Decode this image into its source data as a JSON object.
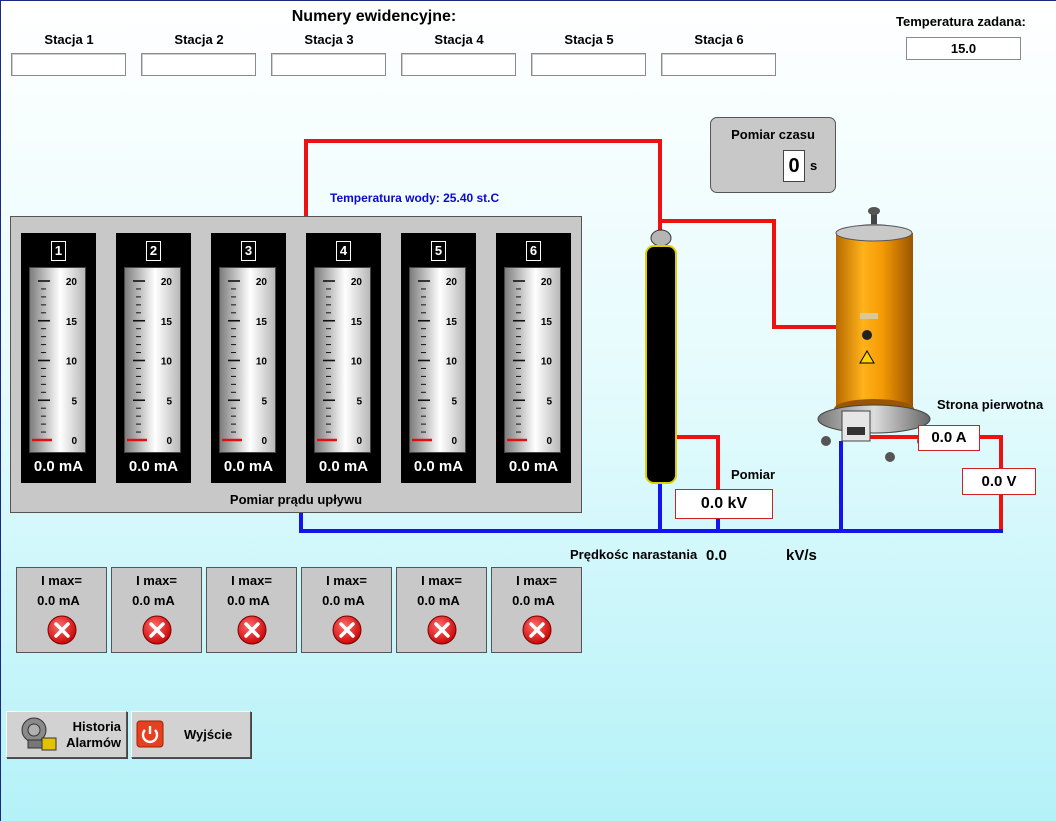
{
  "header": {
    "title": "Numery ewidencyjne:",
    "stations": [
      "Stacja 1",
      "Stacja 2",
      "Stacja 3",
      "Stacja 4",
      "Stacja 5",
      "Stacja 6"
    ],
    "station_values": [
      "",
      "",
      "",
      "",
      "",
      ""
    ]
  },
  "temperature_set": {
    "label": "Temperatura zadana:",
    "value": "15.0"
  },
  "time_measurement": {
    "label": "Pomiar czasu",
    "value": "0",
    "unit": "s"
  },
  "water_temperature": "Temperatura wody: 25.40 st.C",
  "meters": {
    "caption": "Pomiar prądu upływu",
    "scale_labels": [
      "20",
      "15",
      "10",
      "5",
      "0"
    ],
    "items": [
      {
        "number": "1",
        "value": "0.0 mA"
      },
      {
        "number": "2",
        "value": "0.0 mA"
      },
      {
        "number": "3",
        "value": "0.0 mA"
      },
      {
        "number": "4",
        "value": "0.0 mA"
      },
      {
        "number": "5",
        "value": "0.0 mA"
      },
      {
        "number": "6",
        "value": "0.0 mA"
      }
    ]
  },
  "measurement": {
    "label": "Pomiar",
    "value": "0.0 kV"
  },
  "primary_side": {
    "label": "Strona pierwotna",
    "current": "0.0 A",
    "voltage": "0.0 V"
  },
  "rate": {
    "label": "Prędkośc narastania",
    "value": "0.0",
    "unit": "kV/s"
  },
  "imax": {
    "label": "I max=",
    "items": [
      "0.0 mA",
      "0.0 mA",
      "0.0 mA",
      "0.0 mA",
      "0.0 mA",
      "0.0 mA"
    ],
    "status_icon": "error-x-icon"
  },
  "buttons": {
    "alarm_history": {
      "line1": "Historia",
      "line2": "Alarmów",
      "icon": "alarm-bell-icon"
    },
    "exit": {
      "label": "Wyjście",
      "icon": "power-icon"
    }
  },
  "colors": {
    "live_wire": "#ee1111",
    "return_wire": "#1414ee",
    "panel": "#c8c8c8",
    "meter_bg": "#000000",
    "water_temp_text": "#0a0acc"
  }
}
